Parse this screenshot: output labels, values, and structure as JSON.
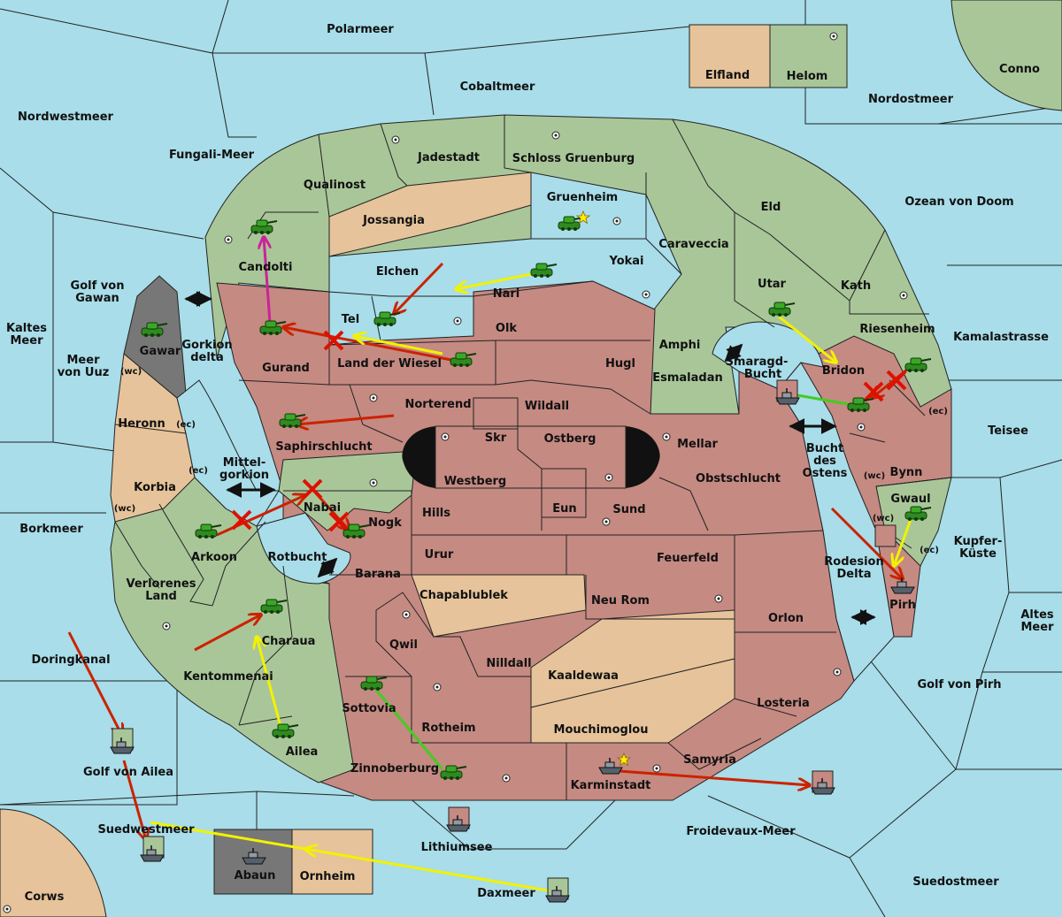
{
  "colors": {
    "sea": "#a8dde9",
    "green_power": "#a9c699",
    "red_power": "#c58a82",
    "tan_power": "#e6c39a",
    "grey_power": "#777777",
    "order_red": "#cc2200",
    "order_yellow": "#f2f200",
    "order_green": "#44cc22",
    "order_magenta": "#cc2299"
  },
  "labels": {
    "polarmeer": "Polarmeer",
    "cobaltmeer": "Cobaltmeer",
    "elfland": "Elfland",
    "helom": "Helom",
    "conno": "Conno",
    "nordostmeer": "Nordostmeer",
    "nordwestmeer": "Nordwestmeer",
    "fungali": "Fungali-Meer",
    "jadestadt": "Jadestadt",
    "schloss": "Schloss Gruenburg",
    "qualinost": "Qualinost",
    "jossangia": "Jossangia",
    "gruenheim": "Gruenheim",
    "eld": "Eld",
    "ozean": "Ozean von Doom",
    "caraveccia": "Caraveccia",
    "yokai": "Yokai",
    "candolti": "Candolti",
    "elchen": "Elchen",
    "nari": "Nari",
    "utar": "Utar",
    "kath": "Kath",
    "golf_gawan_1": "Golf von",
    "golf_gawan_2": "Gawan",
    "kaltes_1": "Kaltes",
    "kaltes_2": "Meer",
    "tel": "Tel",
    "olk": "Olk",
    "riesenheim": "Riesenheim",
    "kamalastrasse": "Kamalastrasse",
    "gawar": "Gawar",
    "gorkion_1": "Gorkion",
    "gorkion_2": "delta",
    "amphi": "Amphi",
    "gurand": "Gurand",
    "land_wiesel": "Land der Wiesel",
    "hugl": "Hugl",
    "smaragd_1": "Smaragd-",
    "smaragd_2": "Bucht",
    "bridon": "Bridon",
    "meer_uuz_1": "Meer",
    "meer_uuz_2": "von Uuz",
    "wc": "(wc)",
    "ec": "(ec)",
    "esmaladan": "Esmaladan",
    "norterend": "Norterend",
    "wildall": "Wildall",
    "heronn": "Heronn",
    "skr": "Skr",
    "ostberg": "Ostberg",
    "teisee": "Teisee",
    "saphirschlucht": "Saphirschlucht",
    "mellar": "Mellar",
    "bucht_ostens_1": "Bucht",
    "bucht_ostens_2": "des",
    "bucht_ostens_3": "Ostens",
    "mittelgorkion_1": "Mittel-",
    "mittelgorkion_2": "gorkion",
    "westberg": "Westberg",
    "obstschlucht": "Obstschlucht",
    "bynn": "Bynn",
    "korbia": "Korbia",
    "nabai": "Nabai",
    "eun": "Eun",
    "gwaul": "Gwaul",
    "hills": "Hills",
    "sund": "Sund",
    "nogk": "Nogk",
    "borkmeer": "Borkmeer",
    "kupfer_1": "Kupfer-",
    "kupfer_2": "Küste",
    "arkoon": "Arkoon",
    "rotbucht": "Rotbucht",
    "urur": "Urur",
    "feuerfeld": "Feuerfeld",
    "rodesion_1": "Rodesion",
    "rodesion_2": "Delta",
    "barana": "Barana",
    "verlorenes_1": "Verlorenes",
    "verlorenes_2": "Land",
    "chapablublek": "Chapablublek",
    "neu_rom": "Neu Rom",
    "pirh": "Pirh",
    "charaua": "Charaua",
    "orlon": "Orlon",
    "altes_1": "Altes",
    "altes_2": "Meer",
    "qwil": "Qwil",
    "doringkanal": "Doringkanal",
    "nilldall": "Nilldall",
    "kentommenai": "Kentommenai",
    "kaaldewaa": "Kaaldewaa",
    "golf_pirh": "Golf von Pirh",
    "sottovia": "Sottovia",
    "losteria": "Losteria",
    "rotheim": "Rotheim",
    "mouchimoglou": "Mouchimoglou",
    "ailea": "Ailea",
    "samyria": "Samyria",
    "golf_ailea": "Golf von Ailea",
    "zinnoberburg": "Zinnoberburg",
    "karminstadt": "Karminstadt",
    "suedwestmeer": "Suedwestmeer",
    "froidevaux": "Froidevaux-Meer",
    "lithiumsee": "Lithiumsee",
    "abaun": "Abaun",
    "ornheim": "Ornheim",
    "suedostmeer": "Suedostmeer",
    "corws": "Corws",
    "daxmeer": "Daxmeer"
  }
}
